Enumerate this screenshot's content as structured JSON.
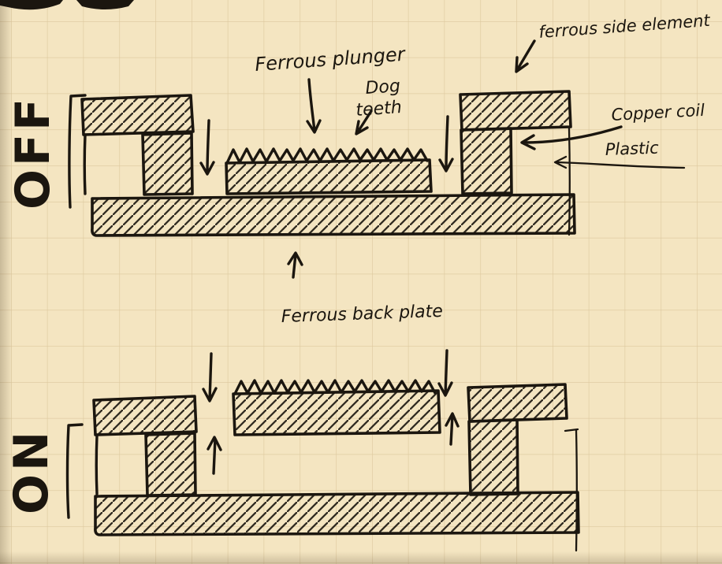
{
  "page": {
    "paper_color": "#f4e5c1",
    "grid_color": "#dcc79d",
    "ink_color": "#1b160f"
  },
  "diagram": {
    "off_section": {
      "state_label": "OFF"
    },
    "on_section": {
      "state_label": "ON"
    },
    "annotations": {
      "ferrous_plunger": "Ferrous plunger",
      "dog_teeth_line1": "Dog",
      "dog_teeth_line2": "teeth",
      "ferrous_side_element": "ferrous side element",
      "copper_coil": "Copper coil",
      "plastic": "Plastic",
      "ferrous_back_plate": "Ferrous back plate"
    }
  }
}
